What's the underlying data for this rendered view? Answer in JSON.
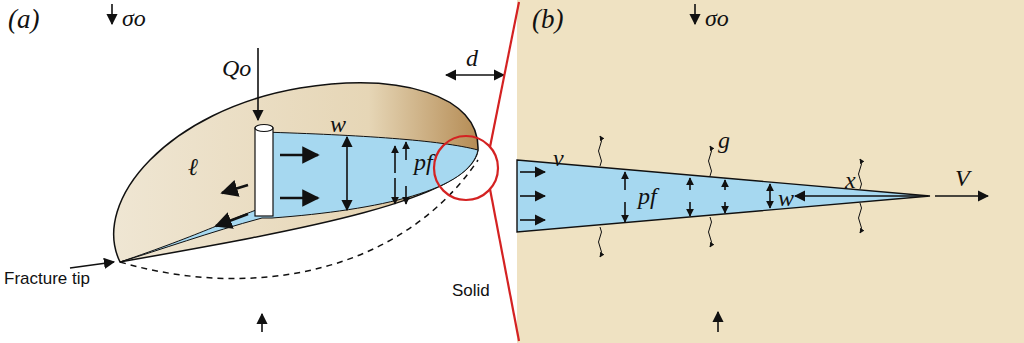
{
  "diagram": {
    "labels": [
      "(a)",
      "σo",
      "Qo",
      "d",
      "ℓ",
      "w",
      "pf",
      "Fracture tip",
      "Solid",
      "(b)",
      "σo",
      "g",
      "v",
      "pf",
      "w",
      "x",
      "V"
    ]
  }
}
